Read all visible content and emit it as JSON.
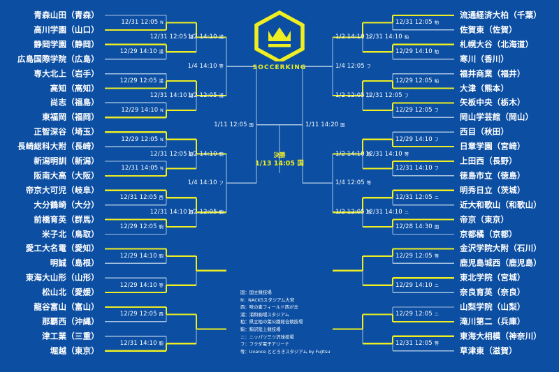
{
  "brand": {
    "wordmark": "SOCCERKING",
    "logo_icon": "hexagon-crown-icon",
    "accent_color": "#eeee22",
    "background_color": "#0b4ea2",
    "line_color": "#a8c3e0"
  },
  "final": {
    "label": "決勝",
    "datetime": "1/13 14:05 国"
  },
  "teams_left": [
    {
      "name": "青森山田（青森）",
      "won": false
    },
    {
      "name": "高川学園（山口）",
      "won": true
    },
    {
      "name": "静岡学園（静岡）",
      "won": true
    },
    {
      "name": "広島国際学院（広島）",
      "won": false
    },
    {
      "name": "専大北上（岩手）",
      "won": false
    },
    {
      "name": "高知（高知）",
      "won": true
    },
    {
      "name": "尚志（福島）",
      "won": false
    },
    {
      "name": "東福岡（福岡）",
      "won": true
    },
    {
      "name": "正智深谷（埼玉）",
      "won": true
    },
    {
      "name": "長崎総科大附（長崎）",
      "won": false
    },
    {
      "name": "新潟明訓（新潟）",
      "won": false
    },
    {
      "name": "阪南大高（大阪）",
      "won": true
    },
    {
      "name": "帝京大可児（岐阜）",
      "won": true
    },
    {
      "name": "大分鶴崎（大分）",
      "won": false
    },
    {
      "name": "前橋育英（群馬）",
      "won": true
    },
    {
      "name": "米子北（鳥取）",
      "won": false
    },
    {
      "name": "愛工大名電（愛知）",
      "won": true
    },
    {
      "name": "明誠（島根）",
      "won": false
    },
    {
      "name": "東海大山形（山形）",
      "won": false
    },
    {
      "name": "松山北（愛媛）",
      "won": true
    },
    {
      "name": "龍谷富山（富山）",
      "won": true
    },
    {
      "name": "那覇西（沖縄）",
      "won": false
    },
    {
      "name": "津工業（三重）",
      "won": false
    },
    {
      "name": "堀越（東京）",
      "won": true
    }
  ],
  "teams_right": [
    {
      "name": "流通経済大柏（千葉）",
      "won": true
    },
    {
      "name": "佐賀東（佐賀）",
      "won": false
    },
    {
      "name": "札幌大谷（北海道）",
      "won": true
    },
    {
      "name": "寒川（香川）",
      "won": false
    },
    {
      "name": "福井商業（福井）",
      "won": false
    },
    {
      "name": "大津（熊本）",
      "won": true
    },
    {
      "name": "矢板中央（栃木）",
      "won": true
    },
    {
      "name": "岡山学芸館（岡山）",
      "won": false
    },
    {
      "name": "西目（秋田）",
      "won": false
    },
    {
      "name": "日章学園（宮崎）",
      "won": true
    },
    {
      "name": "上田西（長野）",
      "won": true
    },
    {
      "name": "徳島市立（徳島）",
      "won": false
    },
    {
      "name": "明秀日立（茨城）",
      "won": true
    },
    {
      "name": "近大和歌山（和歌山）",
      "won": false
    },
    {
      "name": "帝京（東京）",
      "won": true
    },
    {
      "name": "京都橘（京都）",
      "won": false
    },
    {
      "name": "金沢学院大附（石川）",
      "won": true
    },
    {
      "name": "鹿児島城西（鹿児島）",
      "won": false
    },
    {
      "name": "東北学院（宮城）",
      "won": true
    },
    {
      "name": "奈良育英（奈良）",
      "won": false
    },
    {
      "name": "山梨学院（山梨）",
      "won": false
    },
    {
      "name": "滝川第二（兵庫）",
      "won": true
    },
    {
      "name": "東海大相模（神奈川）",
      "won": true
    },
    {
      "name": "草津東（滋賀）",
      "won": false
    }
  ],
  "matches_left_r1": [
    "12/31 12:05 N",
    "12/29 14:10 浦",
    "12/29 12:05 浦",
    "12/29 14:10 N",
    "12/29 12:05 N",
    "12/31 14:05 N",
    "12/31 12:05 西",
    "12/29 12:05 駒",
    "12/29 14:10 駒",
    "12/29 14:10 等",
    "12/29 12:05 西",
    "12/31 14:10 駒"
  ],
  "matches_left_r2": [
    "12/31 12:05 浦",
    "12/31 14:10 浦",
    "12/31 12:05 駒",
    "12/31 14:10 西"
  ],
  "matches_left_r3": [
    "1/2 14:10 浦",
    "1/2 12:05 浦",
    "1/2 14:10 駒",
    "1/2 12:05 駒"
  ],
  "matches_left_qf": [
    "1/4 14:10 等",
    "1/4 14:10 フ"
  ],
  "matches_left_sf": "1/11 12:05 国",
  "matches_right_r1": [
    "12/31 12:05 柏",
    "12/29 14:10 柏",
    "12/29 12:05 柏",
    "12/29 12:05 フ",
    "12/29 14:10 フ",
    "12/31 14:10 フ",
    "12/31 12:05 ニ",
    "12/28 14:30 国",
    "12/29 12:05 等",
    "12/29 14:10 ニ",
    "12/29 12:05 ニ",
    "12/31 12:05 等"
  ],
  "matches_right_r2": [
    "12/31 14:10 柏",
    "12/31 12:05 フ",
    "12/31 14:10 等",
    "12/31 14:10 ニ"
  ],
  "matches_right_r3": [
    "1/2 14:10 フ",
    "1/2 12:05 フ",
    "1/2 14:10 等",
    "1/2 12:05 等"
  ],
  "matches_right_qf": [
    "1/4 12:05 フ",
    "1/4 12:05 等"
  ],
  "matches_right_sf": "1/11 14:20 国",
  "legend": [
    "国：国立競技場",
    "N：NACK5スタジアム大宮",
    "西：味の素フィールド西が丘",
    "浦：浦和駒場スタジアム",
    "柏：県立柏の葉公園総合競技場",
    "駒：駒沢陸上競技場",
    "ニ：ニッパツ三ツ沢球技場",
    "フ：フクダ電子アリーナ",
    "等：Uvance とどろきスタジアム by Fujitsu"
  ]
}
